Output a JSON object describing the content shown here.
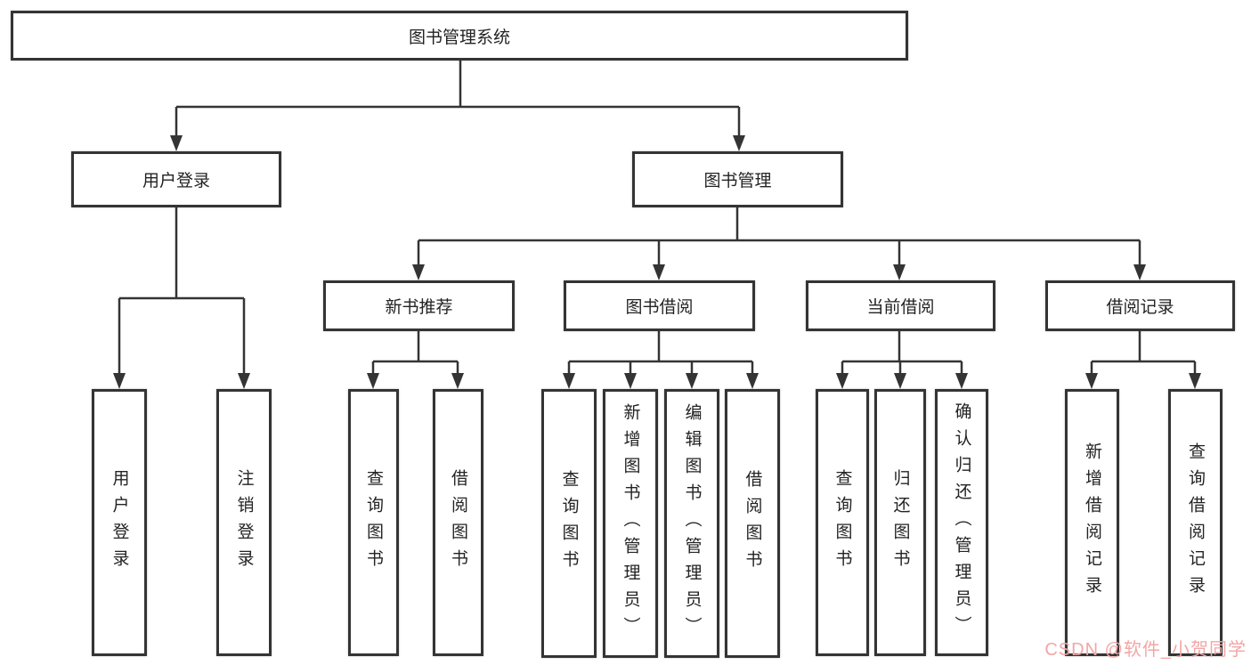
{
  "tree": {
    "root": {
      "label": "图书管理系统"
    },
    "branches": [
      {
        "label": "用户登录",
        "leaves": [
          {
            "label": "用户登录"
          },
          {
            "label": "注销登录"
          }
        ]
      },
      {
        "label": "图书管理",
        "groups": [
          {
            "label": "新书推荐",
            "leaves": [
              {
                "label": "查询图书"
              },
              {
                "label": "借阅图书"
              }
            ]
          },
          {
            "label": "图书借阅",
            "leaves": [
              {
                "label": "查询图书"
              },
              {
                "label": "新增图书（管理员）"
              },
              {
                "label": "编辑图书（管理员）"
              },
              {
                "label": "借阅图书"
              }
            ]
          },
          {
            "label": "当前借阅",
            "leaves": [
              {
                "label": "查询图书"
              },
              {
                "label": "归还图书"
              },
              {
                "label": "确认归还（管理员）"
              }
            ]
          },
          {
            "label": "借阅记录",
            "leaves": [
              {
                "label": "新增借阅记录"
              },
              {
                "label": "查询借阅记录"
              }
            ]
          }
        ]
      }
    ]
  },
  "watermark": {
    "text": "CSDN @软件_小贺同学",
    "color": "#f2a6a6"
  },
  "colors": {
    "line": "#343434",
    "box_border": "#343434",
    "text": "#232323",
    "background": "#ffffff"
  }
}
